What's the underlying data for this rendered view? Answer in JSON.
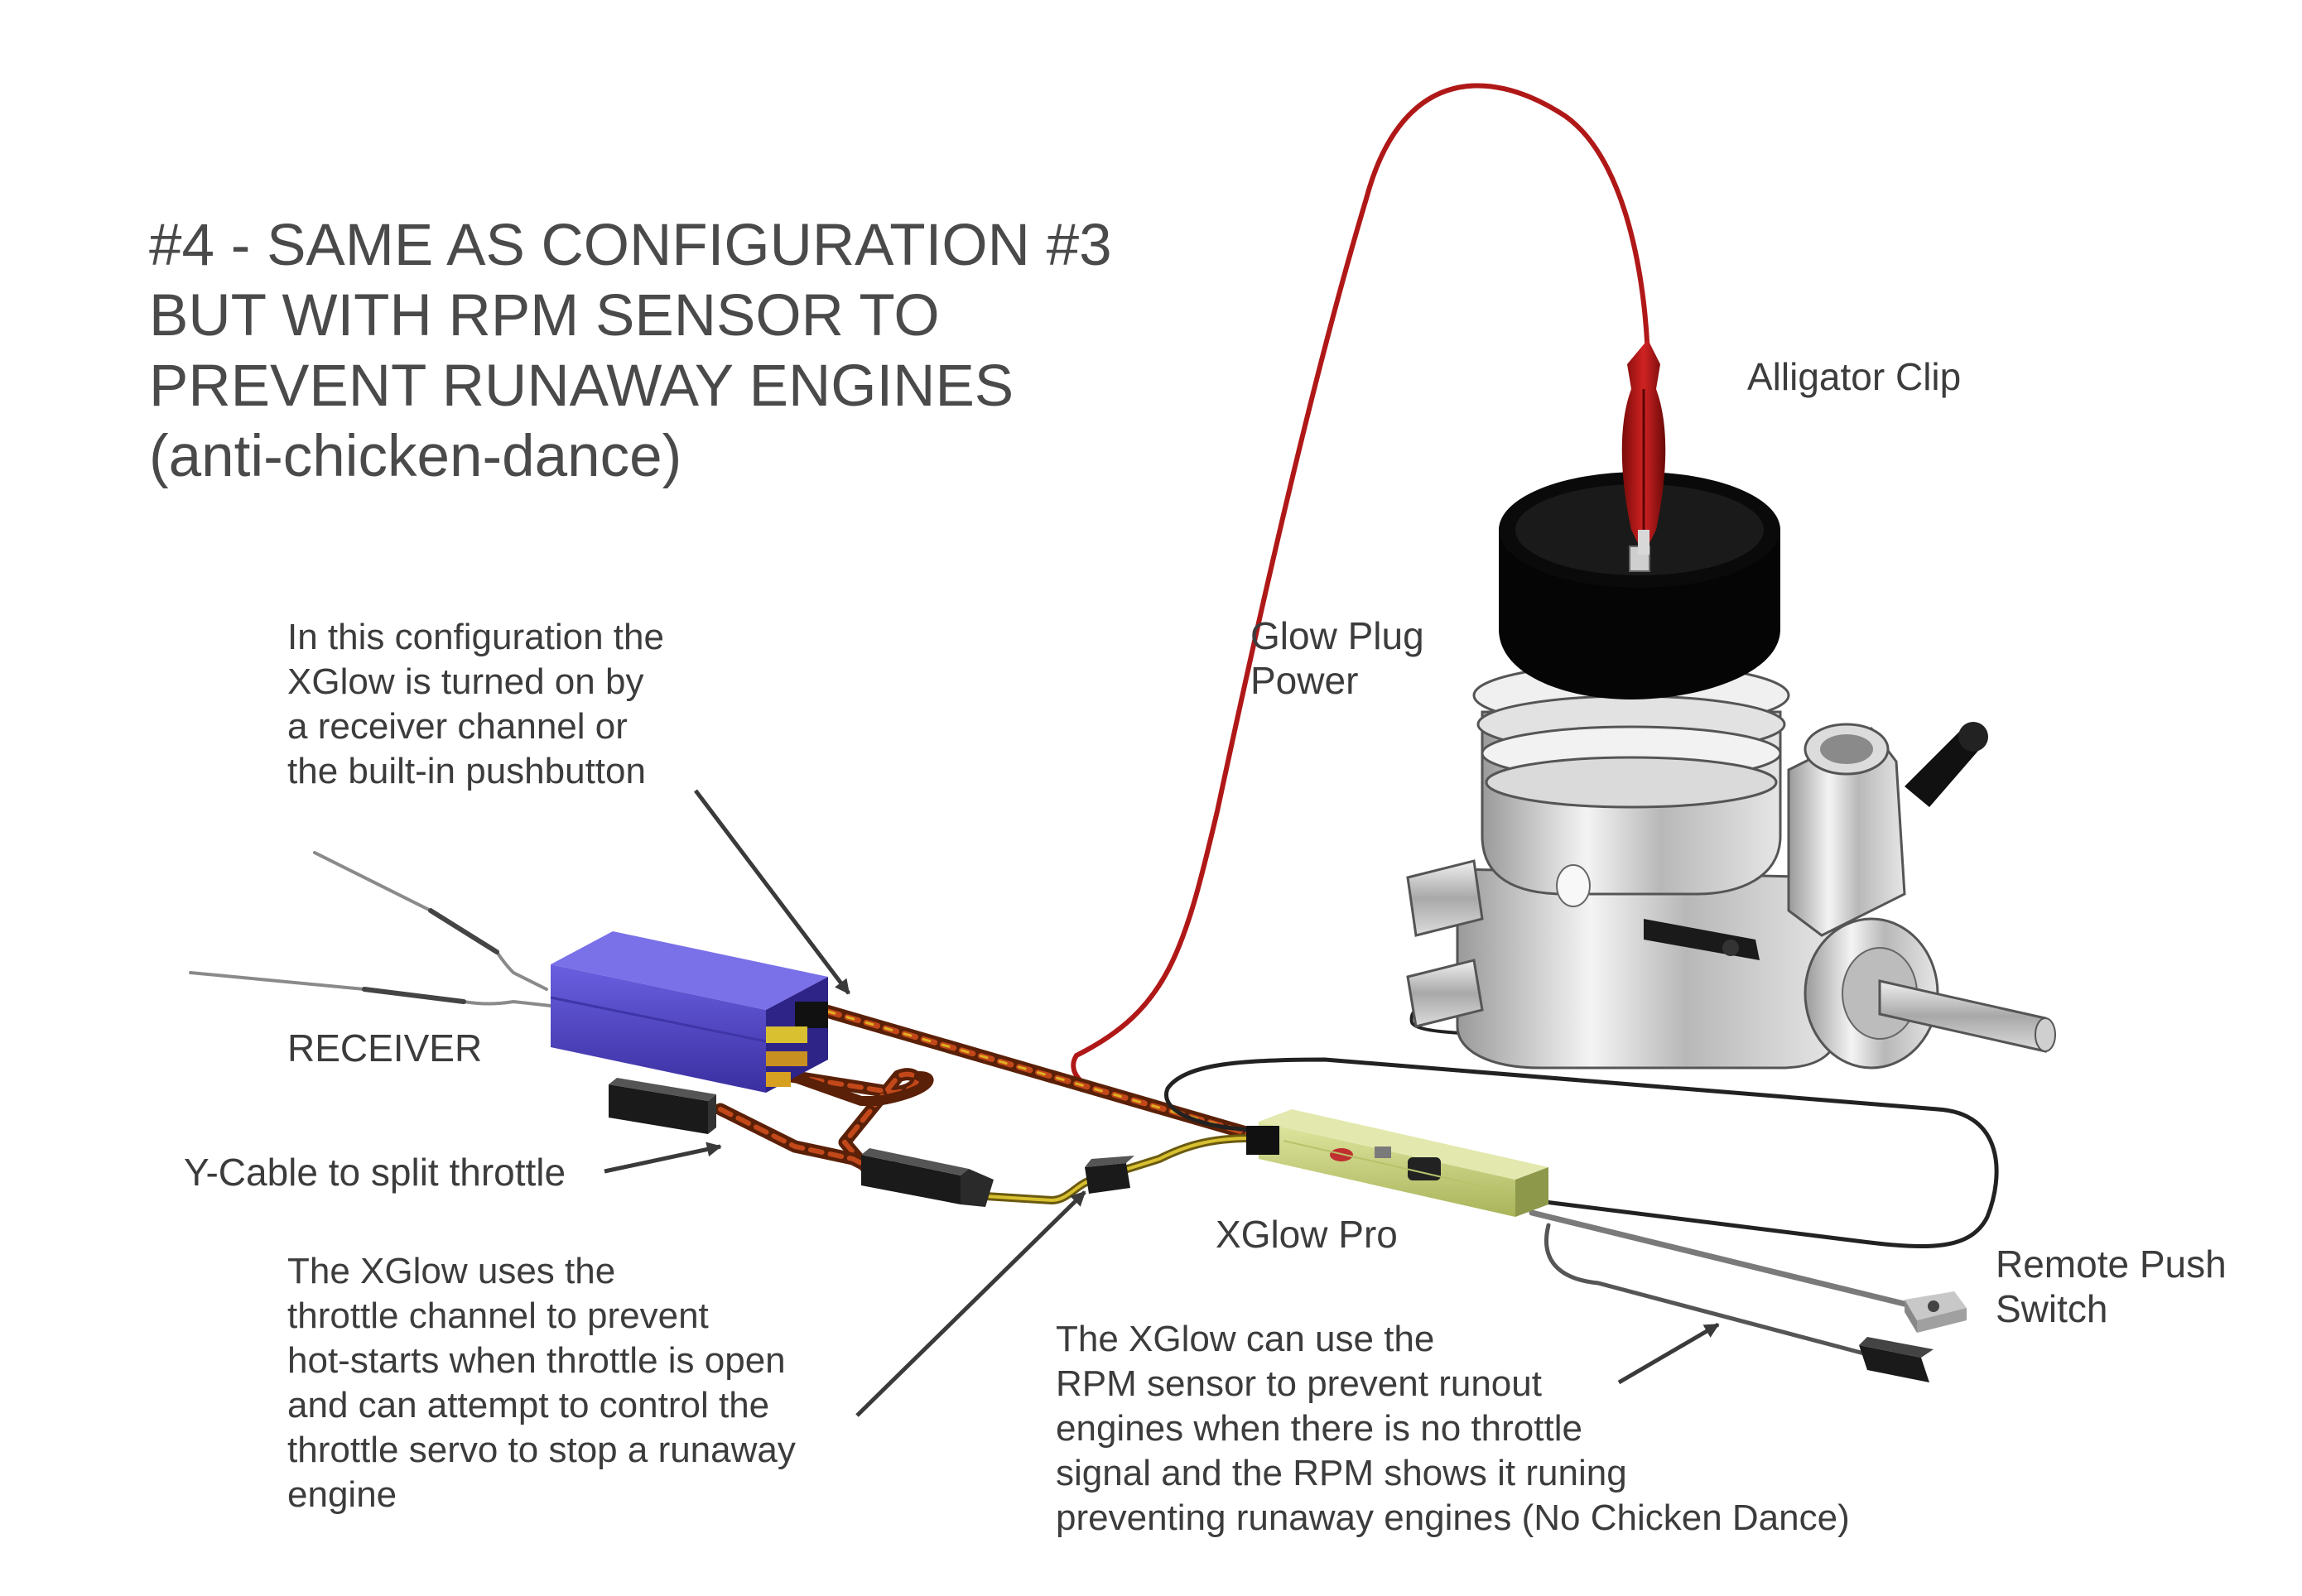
{
  "title": {
    "line1": "#4 - SAME AS CONFIGURATION #3",
    "line2": "BUT WITH RPM SENSOR TO",
    "line3": "PREVENT RUNAWAY ENGINES",
    "line4": "(anti-chicken-dance)"
  },
  "labels": {
    "alligator_clip": "Alligator Clip",
    "glow_plug_power_1": "Glow Plug",
    "glow_plug_power_2": "Power",
    "receiver": "RECEIVER",
    "y_cable": "Y-Cable to split throttle",
    "xglow_pro": "XGlow Pro",
    "remote_push_1": "Remote Push",
    "remote_push_2": "Switch"
  },
  "notes": {
    "config_note": [
      "In this configuration the",
      "XGlow is turned on by",
      "a receiver channel or",
      "the built-in pushbutton"
    ],
    "throttle_note": [
      "The XGlow uses the",
      "throttle channel to prevent",
      "hot-starts when throttle is open",
      "and can attempt to control the",
      "throttle servo to stop a runaway",
      "engine"
    ],
    "rpm_note": [
      "The XGlow can use the",
      "RPM sensor to prevent runout",
      "engines when there is no throttle",
      "signal and the RPM shows it runing",
      "preventing runaway engines (No Chicken Dance)"
    ]
  },
  "colors": {
    "receiver_body": "#4a3fb8",
    "xglow_body": "#c8d27a",
    "glow_wire": "#b01818",
    "servo_wire": "#8a3a10",
    "signal_wire": "#c9a820",
    "rpm_wire": "#222222",
    "engine_head": "#050505",
    "engine_metal": "#c8c8c8"
  }
}
